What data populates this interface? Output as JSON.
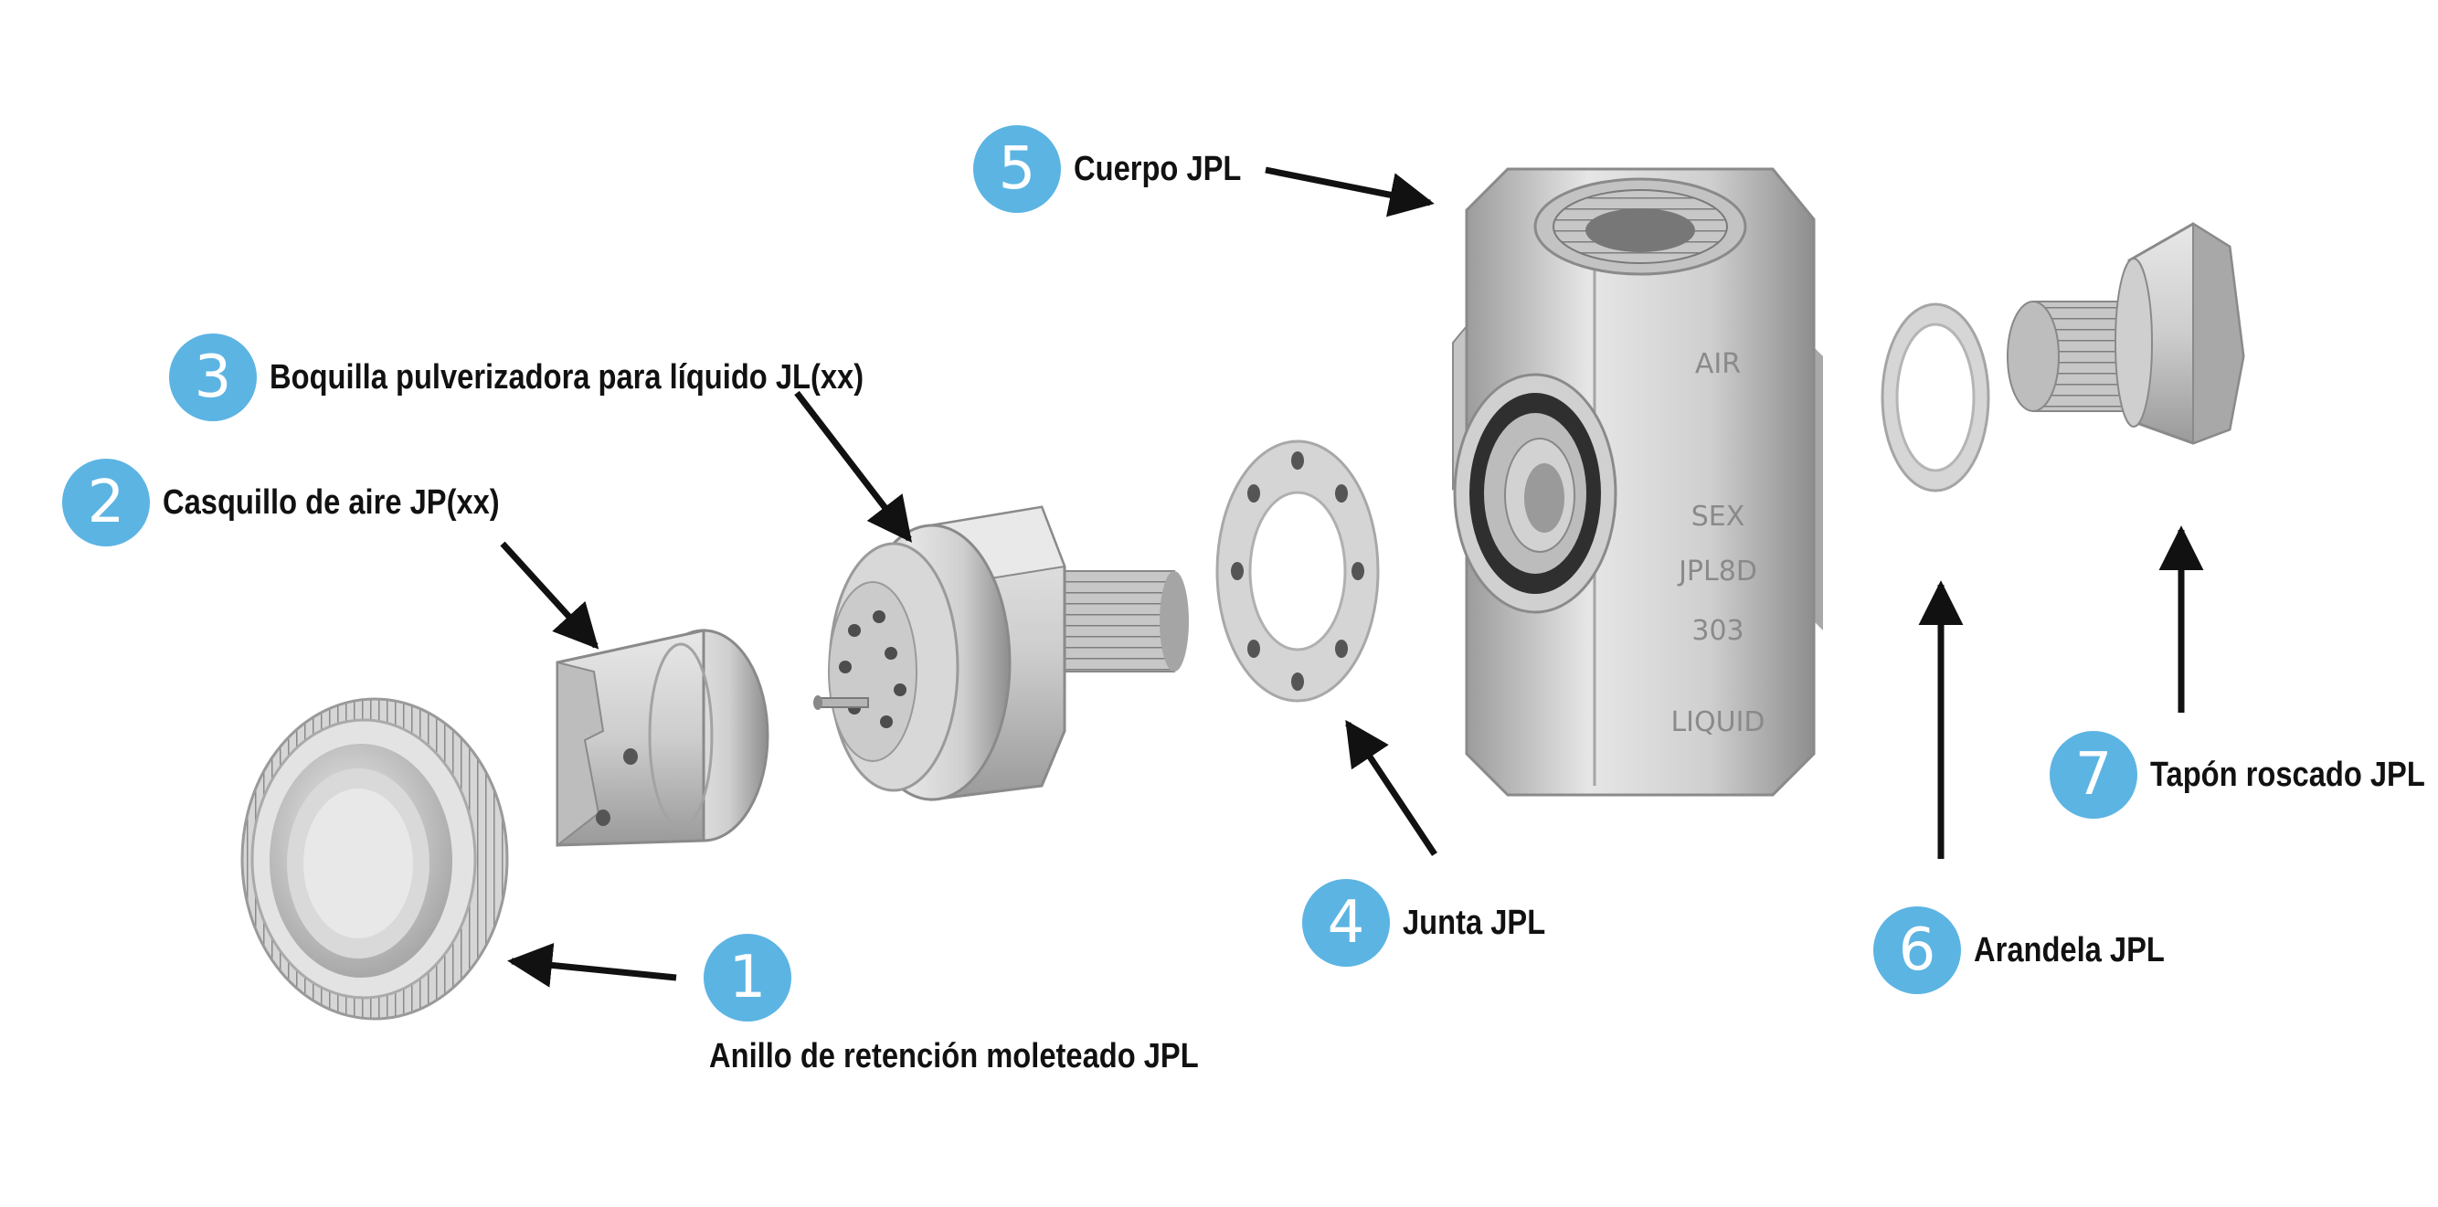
{
  "parts": [
    {
      "number": "1",
      "label": "Anillo de retención moleteado JPL"
    },
    {
      "number": "2",
      "label": "Casquillo de aire JP(xx)"
    },
    {
      "number": "3",
      "label": "Boquilla pulverizadora para líquido JL(xx)"
    },
    {
      "number": "4",
      "label": "Junta JPL"
    },
    {
      "number": "5",
      "label": "Cuerpo JPL"
    },
    {
      "number": "6",
      "label": "Arandela JPL"
    },
    {
      "number": "7",
      "label": "Tapón roscado JPL"
    }
  ],
  "body_markings": [
    "AIR",
    "SEX",
    "JPL8D",
    "303",
    "LIQUID"
  ],
  "colors": {
    "badge": "#5cb4e3",
    "text": "#111111",
    "arrow": "#111111",
    "metal": "#c9c9c9"
  }
}
